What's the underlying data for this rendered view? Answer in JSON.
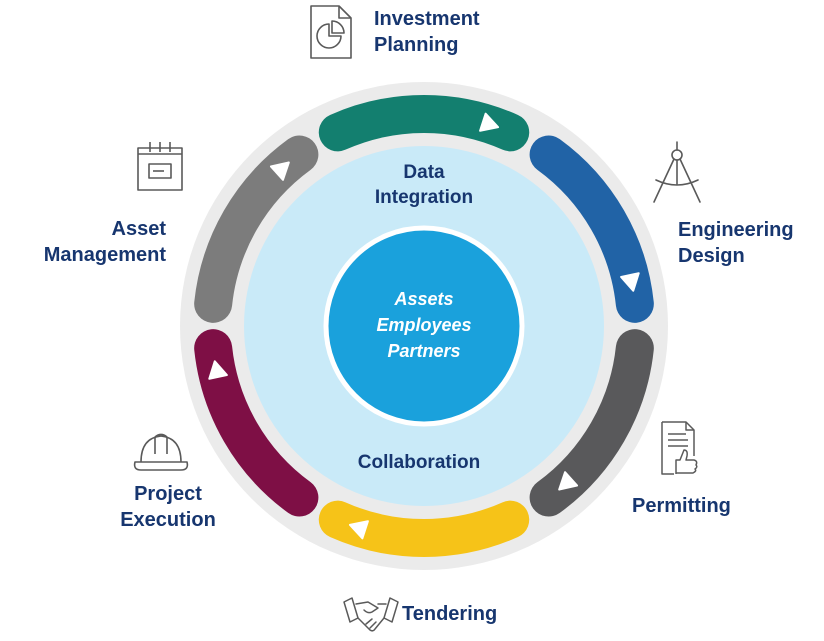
{
  "stages": [
    {
      "id": "investment",
      "lines": [
        "Investment",
        "Planning"
      ],
      "color": "#137f6f",
      "icon": "pie-chart-document-icon"
    },
    {
      "id": "engineering",
      "lines": [
        "Engineering",
        "Design"
      ],
      "color": "#2163a6",
      "icon": "drafting-compass-icon"
    },
    {
      "id": "permitting",
      "lines": [
        "Permitting"
      ],
      "color": "#59595b",
      "icon": "approved-document-thumbs-up-icon"
    },
    {
      "id": "tendering",
      "lines": [
        "Tendering"
      ],
      "color": "#f6c318",
      "icon": "handshake-icon"
    },
    {
      "id": "project",
      "lines": [
        "Project",
        "Execution"
      ],
      "color": "#7e0f45",
      "icon": "hard-hat-icon"
    },
    {
      "id": "asset",
      "lines": [
        "Asset",
        "Management"
      ],
      "color": "#7c7c7c",
      "icon": "notepad-icon"
    }
  ],
  "ring": {
    "top_lines": [
      "Data",
      "Integration"
    ],
    "bottom_lines": [
      "Collaboration"
    ]
  },
  "core": {
    "lines": [
      "Assets",
      "Employees",
      "Partners"
    ]
  },
  "colors": {
    "outer_ring": "#ebebeb",
    "inner_disc": "#c9eaf8",
    "core_disc": "#1aa1dc",
    "label_text": "#17366f",
    "icon_stroke": "#5a5a5a"
  }
}
